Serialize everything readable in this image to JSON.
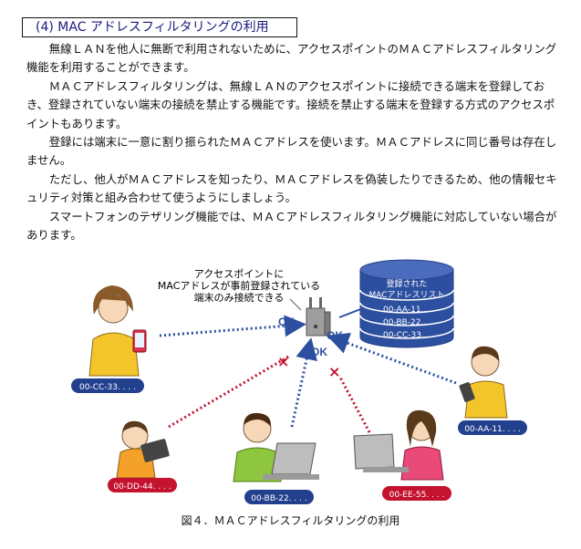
{
  "section": {
    "title": "(4) MAC アドレスフィルタリングの利用",
    "paragraphs": [
      "無線ＬＡＮを他人に無断で利用されないために、アクセスポイントのＭＡＣアドレスフィルタリング機能を利用することができます。",
      "ＭＡＣアドレスフィルタリングは、無線ＬＡＮのアクセスポイントに接続できる端末を登録しておき、登録されていない端末の接続を禁止する機能です。接続を禁止する端末を登録する方式のアクセスポイントもあります。",
      "登録には端末に一意に割り振られたＭＡＣアドレスを使います。ＭＡＣアドレスに同じ番号は存在しません。",
      "ただし、他人がＭＡＣアドレスを知ったり、ＭＡＣアドレスを偽装したりできるため、他の情報セキュリティ対策と組み合わせて使うようにしましょう。",
      "スマートフォンのテザリング機能では、ＭＡＣアドレスフィルタリング機能に対応していない場合があります。"
    ]
  },
  "figure": {
    "callout_line1": "アクセスポイントに",
    "callout_line2": "MACアドレスが事前登録されている",
    "callout_line3": "端末のみ接続できる",
    "db_label_line1": "登録された",
    "db_label_line2": "MACアドレスリスト",
    "db_entries": [
      "00-AA-11....",
      "00-BB-22....",
      "00-CC-33...."
    ],
    "ok_label": "OK",
    "deny_mark": "×",
    "devices": {
      "cc33": "00-CC-33. . . .",
      "dd44": "00-DD-44. . . .",
      "bb22": "00-BB-22. . . .",
      "ee55": "00-EE-55. . . .",
      "aa11": "00-AA-11. . . ."
    },
    "caption": "図４．ＭＡＣアドレスフィルタリングの利用",
    "colors": {
      "blue": "#2c4fa0",
      "red": "#c4122f",
      "navy_badge": "#23408e",
      "red_badge": "#c4122f"
    }
  }
}
